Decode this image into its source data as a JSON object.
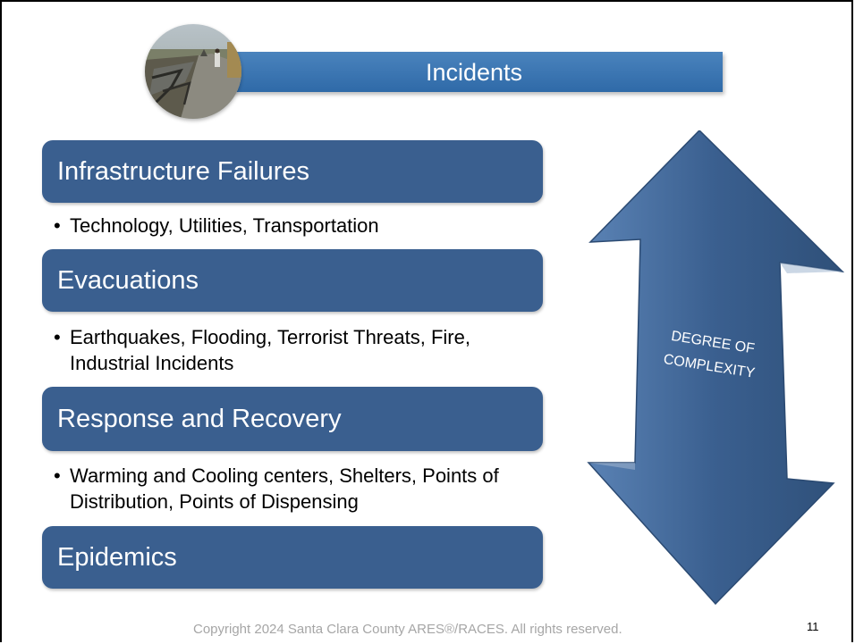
{
  "slide": {
    "title": "Incidents",
    "sections": [
      {
        "heading": "Infrastructure Failures",
        "bullets": [
          "Technology, Utilities, Transportation"
        ]
      },
      {
        "heading": "Evacuations",
        "bullets": [
          "Earthquakes, Flooding, Terrorist Threats, Fire, Industrial Incidents"
        ]
      },
      {
        "heading": "Response and Recovery",
        "bullets": [
          "Warming  and Cooling centers, Shelters, Points of Distribution, Points of Dispensing"
        ]
      },
      {
        "heading": "Epidemics",
        "bullets": []
      }
    ],
    "arrow_label_line1": "DEGREE OF",
    "arrow_label_line2": "COMPLEXITY",
    "bullet_char": "•"
  },
  "footer": {
    "copyright": "Copyright 2024 Santa Clara County ARES®/RACES.  All rights reserved.",
    "page_number": "11"
  },
  "colors": {
    "box_fill": "#3a5f8f",
    "title_bar": "#3d78b6",
    "arrow_fill": "#3a5f8f",
    "footer_text": "#a6a6a6"
  }
}
